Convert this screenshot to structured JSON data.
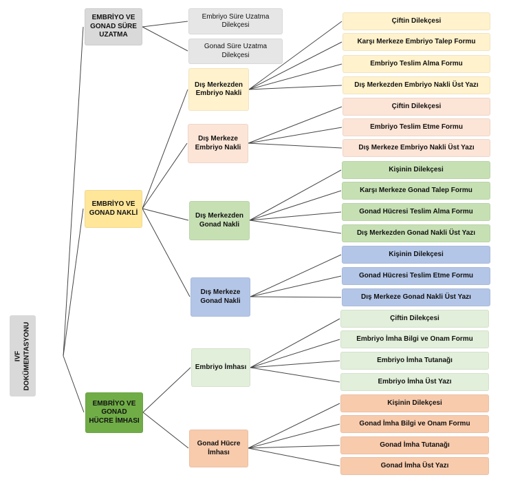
{
  "root": {
    "label": "IVF\nDOKÜMENTASYONU"
  },
  "categories": [
    {
      "label": "EMBRİYO VE GONAD SÜRE UZATMA"
    },
    {
      "label": "EMBRİYO VE GONAD NAKLİ"
    },
    {
      "label": "EMBRİYO VE GONAD HÜCRE İMHASI"
    }
  ],
  "surec_uzatma": [
    {
      "label": "Embriyo Süre Uzatma Dilekçesi"
    },
    {
      "label": "Gonad Süre Uzatma Dilekçesi"
    }
  ],
  "nakil": [
    {
      "label": "Dış Merkezden Embriyo Nakli",
      "docs": [
        "Çiftin Dilekçesi",
        "Karşı Merkeze Embriyo Talep Formu",
        "Embriyo Teslim Alma Formu",
        "Dış Merkezden Embriyo Nakli Üst Yazı"
      ]
    },
    {
      "label": "Dış Merkeze Embriyo Nakli",
      "docs": [
        "Çiftin Dilekçesi",
        "Embriyo Teslim Etme Formu",
        "Dış Merkeze Embriyo Nakli Üst Yazı"
      ]
    },
    {
      "label": "Dış Merkezden Gonad Nakli",
      "docs": [
        "Kişinin Dilekçesi",
        "Karşı Merkeze Gonad Talep Formu",
        "Gonad Hücresi Teslim Alma Formu",
        "Dış Merkezden Gonad Nakli Üst Yazı"
      ]
    },
    {
      "label": "Dış Merkeze Gonad Nakli",
      "docs": [
        "Kişinin Dilekçesi",
        "Gonad Hücresi Teslim Etme Formu",
        "Dış Merkeze Gonad Nakli Üst Yazı"
      ]
    }
  ],
  "imha": [
    {
      "label": "Embriyo İmhası",
      "docs": [
        "Çiftin Dilekçesi",
        "Embriyo İmha Bilgi ve Onam Formu",
        "Embriyo İmha Tutanağı",
        "Embriyo İmha Üst Yazı"
      ]
    },
    {
      "label": "Gonad Hücre İmhası",
      "docs": [
        "Kişinin Dilekçesi",
        "Gonad İmha Bilgi ve Onam Formu",
        "Gonad İmha Tutanağı",
        "Gonad İmha Üst Yazı"
      ]
    }
  ],
  "colors": {
    "line": "#444444",
    "gray": "#d9d9d9",
    "yellow": "#fff2cc",
    "peach": "#fce4d6",
    "green": "#c6e0b4",
    "blue": "#b4c6e7",
    "light_green": "#e2efda",
    "orange": "#f8cbad",
    "dark_green": "#70ad47"
  }
}
